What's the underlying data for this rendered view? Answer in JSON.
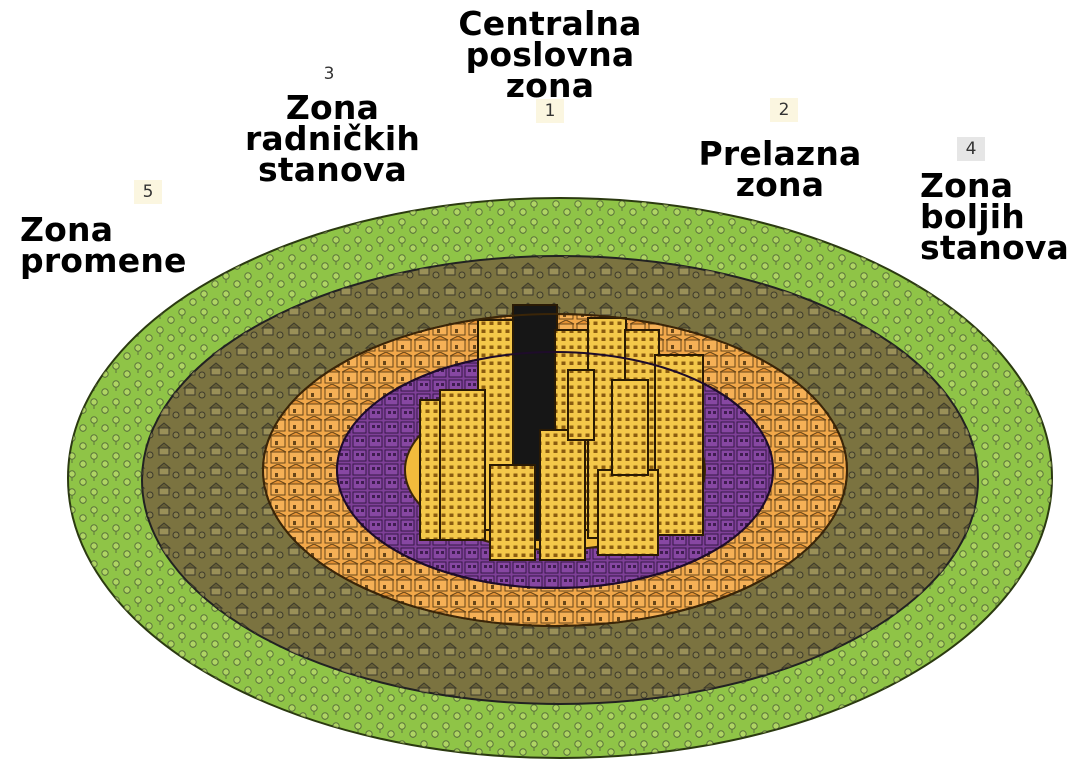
{
  "zones": [
    {
      "number": "1",
      "name": "Centralna\nposlovna\nzona",
      "color": "#f2bb3c"
    },
    {
      "number": "2",
      "name": "Prelazna\nzona",
      "color": "#7f3f98"
    },
    {
      "number": "3",
      "name": "Zona\nradničkih\nstanova",
      "color": "#f2a84a"
    },
    {
      "number": "4",
      "name": "Zona\nboljih\nstanova",
      "color": "#7b7340"
    },
    {
      "number": "5",
      "name": "Zona\npromene",
      "color": "#8fc447"
    }
  ],
  "colors": {
    "outline": "#222222",
    "building_light": "#fbe08a",
    "building_dark": "#1a1a1a",
    "tree": "#b9d86a"
  }
}
